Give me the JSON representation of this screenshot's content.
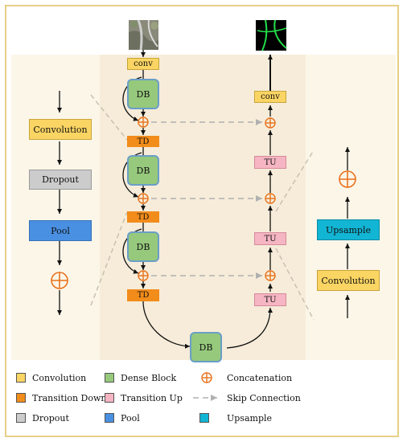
{
  "colors": {
    "conv": "#fbd563",
    "dense_block": "#96c97c",
    "transition_down": "#f28c1a",
    "transition_up": "#f6b5c3",
    "dropout": "#cccccc",
    "pool": "#4a90e2",
    "upsample": "#12b5d4",
    "concat": "#e8711a",
    "skip": "#b0b0b0",
    "bg_panel": "#f6ecd9",
    "side_panel": "#fcf6e9"
  },
  "network": {
    "conv_in": "conv",
    "conv_out": "conv",
    "db1": "DB",
    "db2": "DB",
    "db3": "DB",
    "db_bottom": "DB",
    "td1": "TD",
    "td2": "TD",
    "td3": "TD",
    "tu1": "TU",
    "tu2": "TU",
    "tu3": "TU"
  },
  "td_detail": {
    "convolution": "Convolution",
    "dropout": "Dropout",
    "pool": "Pool"
  },
  "tu_detail": {
    "upsample": "Upsample",
    "convolution": "Convolution"
  },
  "legend": [
    {
      "label": "Convolution",
      "icon": "yellow-square"
    },
    {
      "label": "Dense Block",
      "icon": "green-square"
    },
    {
      "label": "Concatenation",
      "icon": "circle-plus-icon"
    },
    {
      "label": "Transition Down",
      "icon": "orange-square"
    },
    {
      "label": "Transition Up",
      "icon": "pink-square"
    },
    {
      "label": "Skip Connection",
      "icon": "dashed-arrow-icon"
    },
    {
      "label": "Dropout",
      "icon": "gray-square"
    },
    {
      "label": "Pool",
      "icon": "blue-square"
    },
    {
      "label": "Upsample",
      "icon": "cyan-square"
    }
  ]
}
